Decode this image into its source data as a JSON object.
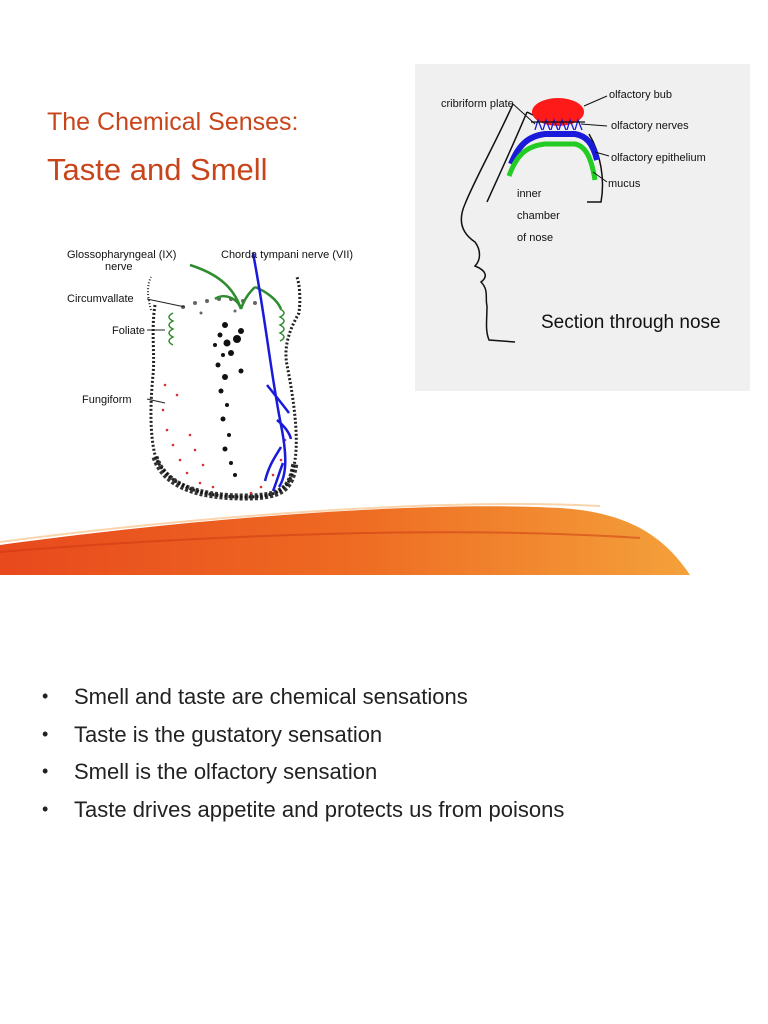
{
  "slide": {
    "title_line1": "The Chemical Senses:",
    "title_line2": "Taste and Smell"
  },
  "tongue_figure": {
    "labels": {
      "glossopharyngeal_line1": "Glossopharyngeal (IX)",
      "glossopharyngeal_line2": "nerve",
      "chorda_tympani": "Chorda tympani nerve (VII)",
      "circumvallate": "Circumvallate",
      "foliate": "Foliate",
      "fungiform": "Fungiform"
    },
    "colors": {
      "glossopharyngeal_nerve": "#2e8b2e",
      "chorda_tympani_nerve": "#1a1adb",
      "fungiform_dots": "#d93030"
    }
  },
  "nose_figure": {
    "labels": {
      "cribriform_plate": "cribriform plate",
      "olfactory_bulb": "olfactory bub",
      "olfactory_nerves": "olfactory nerves",
      "olfactory_epithelium": "olfactory epithelium",
      "mucus": "mucus",
      "inner_chamber_line1": "inner",
      "inner_chamber_line2": "chamber",
      "inner_chamber_line3": "of nose",
      "caption": "Section through nose"
    },
    "colors": {
      "olfactory_bulb": "#ff1a1a",
      "epithelium": "#1a1adb",
      "mucus": "#22cc22",
      "background": "#f0f0f0"
    }
  },
  "decoration": {
    "swoosh_colors": [
      "#e8491d",
      "#f4a13b"
    ]
  },
  "notes": {
    "bullets": [
      "Smell and taste are chemical sensations",
      "Taste is the gustatory sensation",
      "Smell is the olfactory sensation",
      "Taste drives appetite and protects us from poisons"
    ]
  }
}
